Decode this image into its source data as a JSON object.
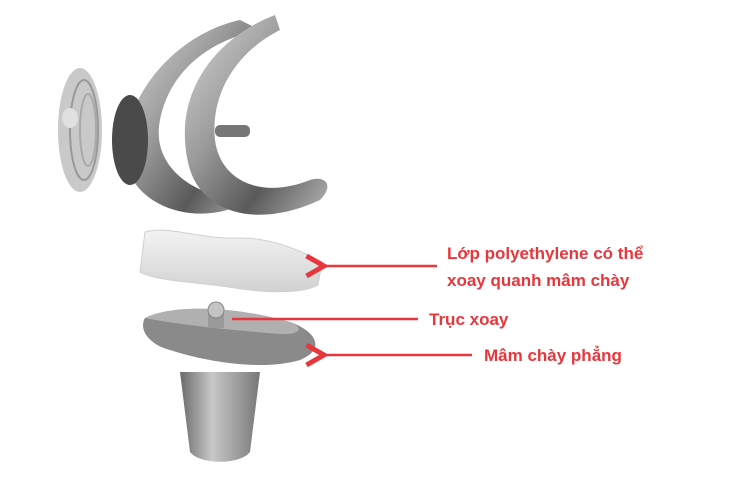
{
  "colors": {
    "label": "#e8363d",
    "metal": "#8c8c8c",
    "polyethylene": "#e6e6e6"
  },
  "labels": {
    "polyethylene_line1": "Lớp polyethylene có thể",
    "polyethylene_line2": "xoay quanh mâm chày",
    "pivot": "Trục xoay",
    "tibial_plate": "Mâm chày phẳng"
  }
}
